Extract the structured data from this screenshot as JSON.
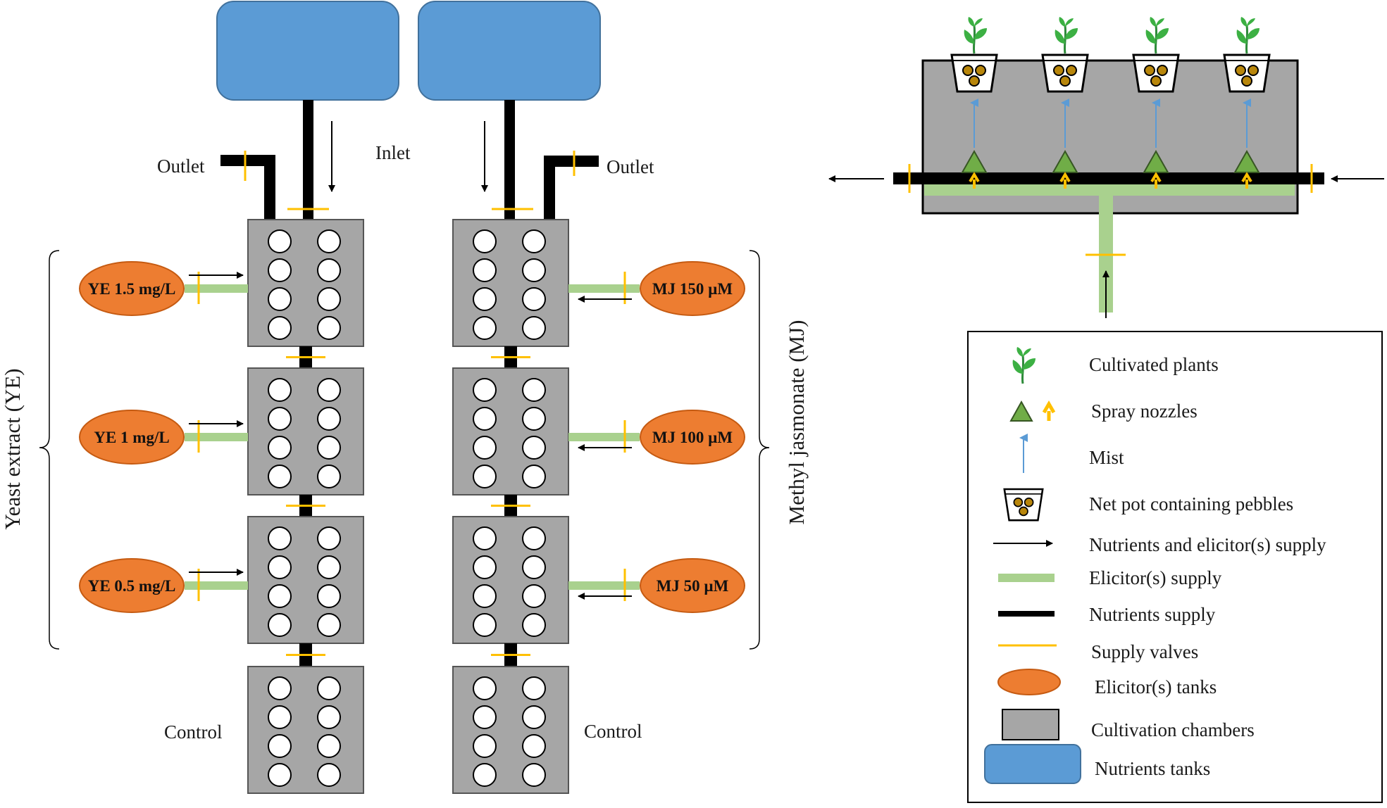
{
  "labels": {
    "inlet": "Inlet",
    "outlet_left": "Outlet",
    "outlet_right": "Outlet",
    "control_left": "Control",
    "control_right": "Control",
    "group_left": "Yeast extract (YE)",
    "group_right": "Methyl jasmonate (MJ)"
  },
  "tanks": {
    "ye": [
      "YE 1.5 mg/L",
      "YE 1 mg/L",
      "YE 0.5 mg/L"
    ],
    "mj": [
      "MJ 150 µM",
      "MJ 100 µM",
      "MJ 50 µM"
    ]
  },
  "legend": {
    "items": [
      {
        "icon": "plant-icon",
        "label": "Cultivated plants"
      },
      {
        "icon": "spray-nozzle-icon",
        "label": "Spray nozzles"
      },
      {
        "icon": "mist-icon",
        "label": "Mist"
      },
      {
        "icon": "net-pot-icon",
        "label": "Net pot containing pebbles"
      },
      {
        "icon": "arrow-icon",
        "label": "Nutrients and elicitor(s) supply"
      },
      {
        "icon": "elicitor-line-icon",
        "label": "Elicitor(s) supply"
      },
      {
        "icon": "nutrient-line-icon",
        "label": "Nutrients supply"
      },
      {
        "icon": "valve-icon",
        "label": "Supply valves"
      },
      {
        "icon": "elicitor-tank-icon",
        "label": "Elicitor(s) tanks"
      },
      {
        "icon": "chamber-icon",
        "label": "Cultivation chambers"
      },
      {
        "icon": "nutrient-tank-icon",
        "label": "Nutrients tanks"
      }
    ]
  },
  "colors": {
    "nutrient_tank": "#5b9bd5",
    "elicitor_tank": "#ed7d31",
    "chamber": "#a6a6a6",
    "elicitor_line": "#a9d18e",
    "valve": "#ffc000",
    "plant": "#3cb043",
    "pebble": "#b8860b",
    "mist": "#5b9bd5"
  }
}
